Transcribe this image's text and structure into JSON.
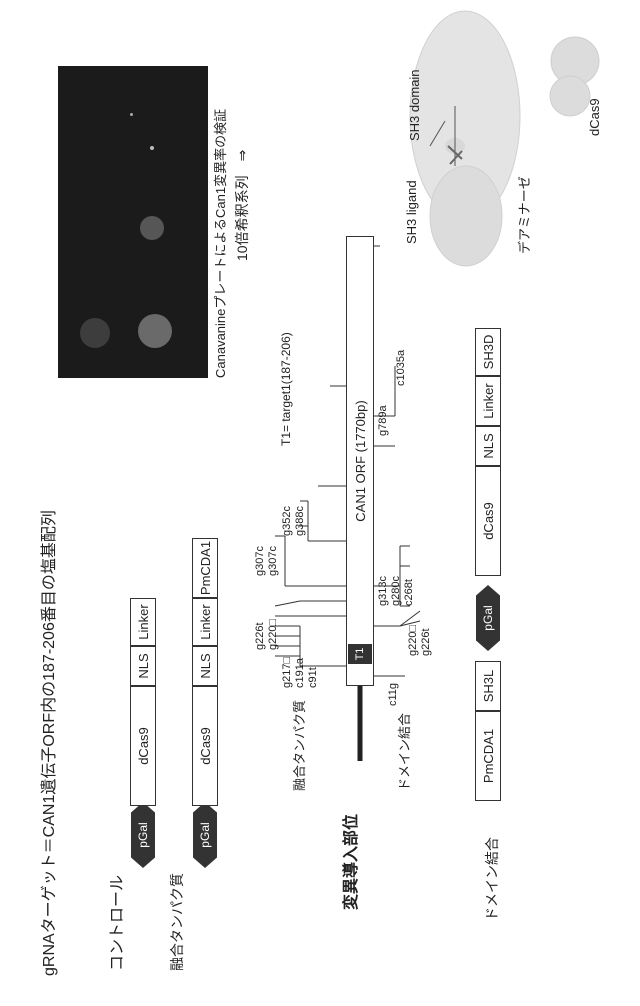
{
  "title": "gRNAターゲット＝CAN1遺伝子ORF内の187-206番目の塩基配列",
  "control": {
    "label": "コントロール",
    "promoter": "pGal",
    "parts": [
      "dCas9",
      "NLS",
      "Linker"
    ]
  },
  "fusion": {
    "label": "融合タンパク質",
    "promoter": "pGal",
    "parts": [
      "dCas9",
      "NLS",
      "Linker",
      "PmCDA1"
    ]
  },
  "plate": {
    "caption": "CanavanineプレートによるCan1変異率の検証",
    "dilution_note": "10倍希釈系列　⇒"
  },
  "mutation_map": {
    "section_label": "変異導入部位",
    "orf_label": "CAN1 ORF (1770bp)",
    "target_note": "T1= target1(187-206)",
    "target_marker": "T1",
    "fusion_label": "融合タンパク質",
    "domain_label": "ドメイン結合",
    "fusion_mutations": [
      "g226t",
      "g220□",
      "g217□",
      "c191a",
      "c91t"
    ],
    "fusion_mutations_right": [
      "g307c",
      "g307c",
      "g352c",
      "g388c"
    ],
    "domain_mutations_left": [
      "c11g",
      "g220□",
      "g226t"
    ],
    "domain_mutations_right": [
      "g313c",
      "g280c",
      "c268t"
    ],
    "far_mutations": [
      "g789a",
      "c1035a"
    ]
  },
  "domain_construct": {
    "label": "ドメイン結合",
    "left_parts": [
      "PmCDA1",
      "SH3L"
    ],
    "promoter": "pGal",
    "right_parts": [
      "dCas9",
      "NLS",
      "Linker",
      "SH3D"
    ]
  },
  "schematic": {
    "sh3_domain": "SH3 domain",
    "sh3_ligand": "SH3 ligand",
    "dcas9": "dCas9",
    "deaminase": "デアミナーゼ"
  }
}
